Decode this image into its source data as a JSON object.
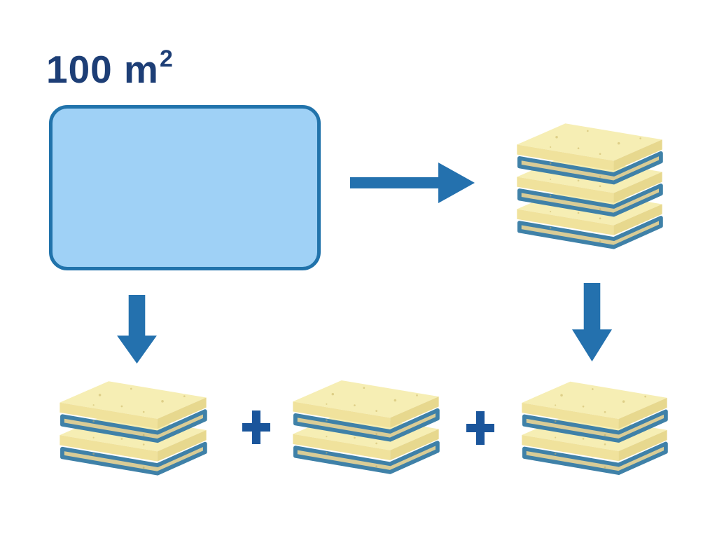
{
  "diagram": {
    "title_label": {
      "text": "100 m",
      "superscript": "2"
    },
    "operators": {
      "plus_1": "+",
      "plus_2": "+"
    },
    "stacks": {
      "top_right": {
        "layers": 3
      },
      "bottom_left": {
        "layers": 2
      },
      "bottom_middle": {
        "layers": 2
      },
      "bottom_right": {
        "layers": 2
      }
    },
    "colors": {
      "background": "#ffffff",
      "label_text": "#1d3e76",
      "area_fill": "#9fd1f6",
      "area_border": "#2173ab",
      "arrow": "#2471ae",
      "plus": "#1a559b",
      "slab_top": "#f6eeb4",
      "slab_front": "#f0e29c",
      "slab_side": "#e7d88e",
      "rim_fill": "#d9cc96",
      "rim_stroke": "#3f81a8",
      "speckle": "#d9c87e",
      "rim_speckle": "#b9ab6e"
    }
  }
}
